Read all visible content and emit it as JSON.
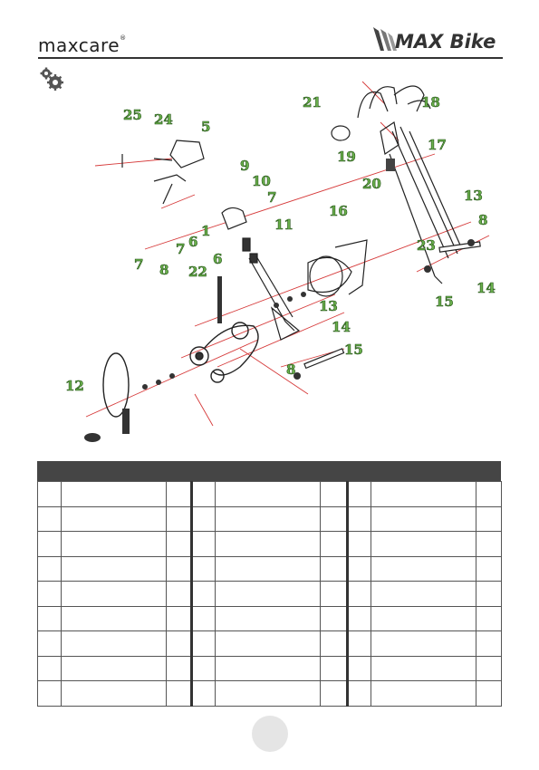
{
  "header": {
    "brand_left": "maxcare",
    "brand_left_mark": "®",
    "brand_right": "MAX Bike",
    "gear_icon": "gears-icon"
  },
  "diagram": {
    "part_labels": [
      "25",
      "24",
      "5",
      "9",
      "10",
      "7",
      "11",
      "1",
      "6",
      "7",
      "8",
      "7",
      "6",
      "22",
      "21",
      "18",
      "19",
      "17",
      "20",
      "16",
      "13",
      "23",
      "8",
      "14",
      "15",
      "13",
      "14",
      "15",
      "8",
      "12"
    ],
    "label_color": "#6ab04c"
  },
  "parts_table": {
    "rows": 9,
    "groups": 3
  }
}
